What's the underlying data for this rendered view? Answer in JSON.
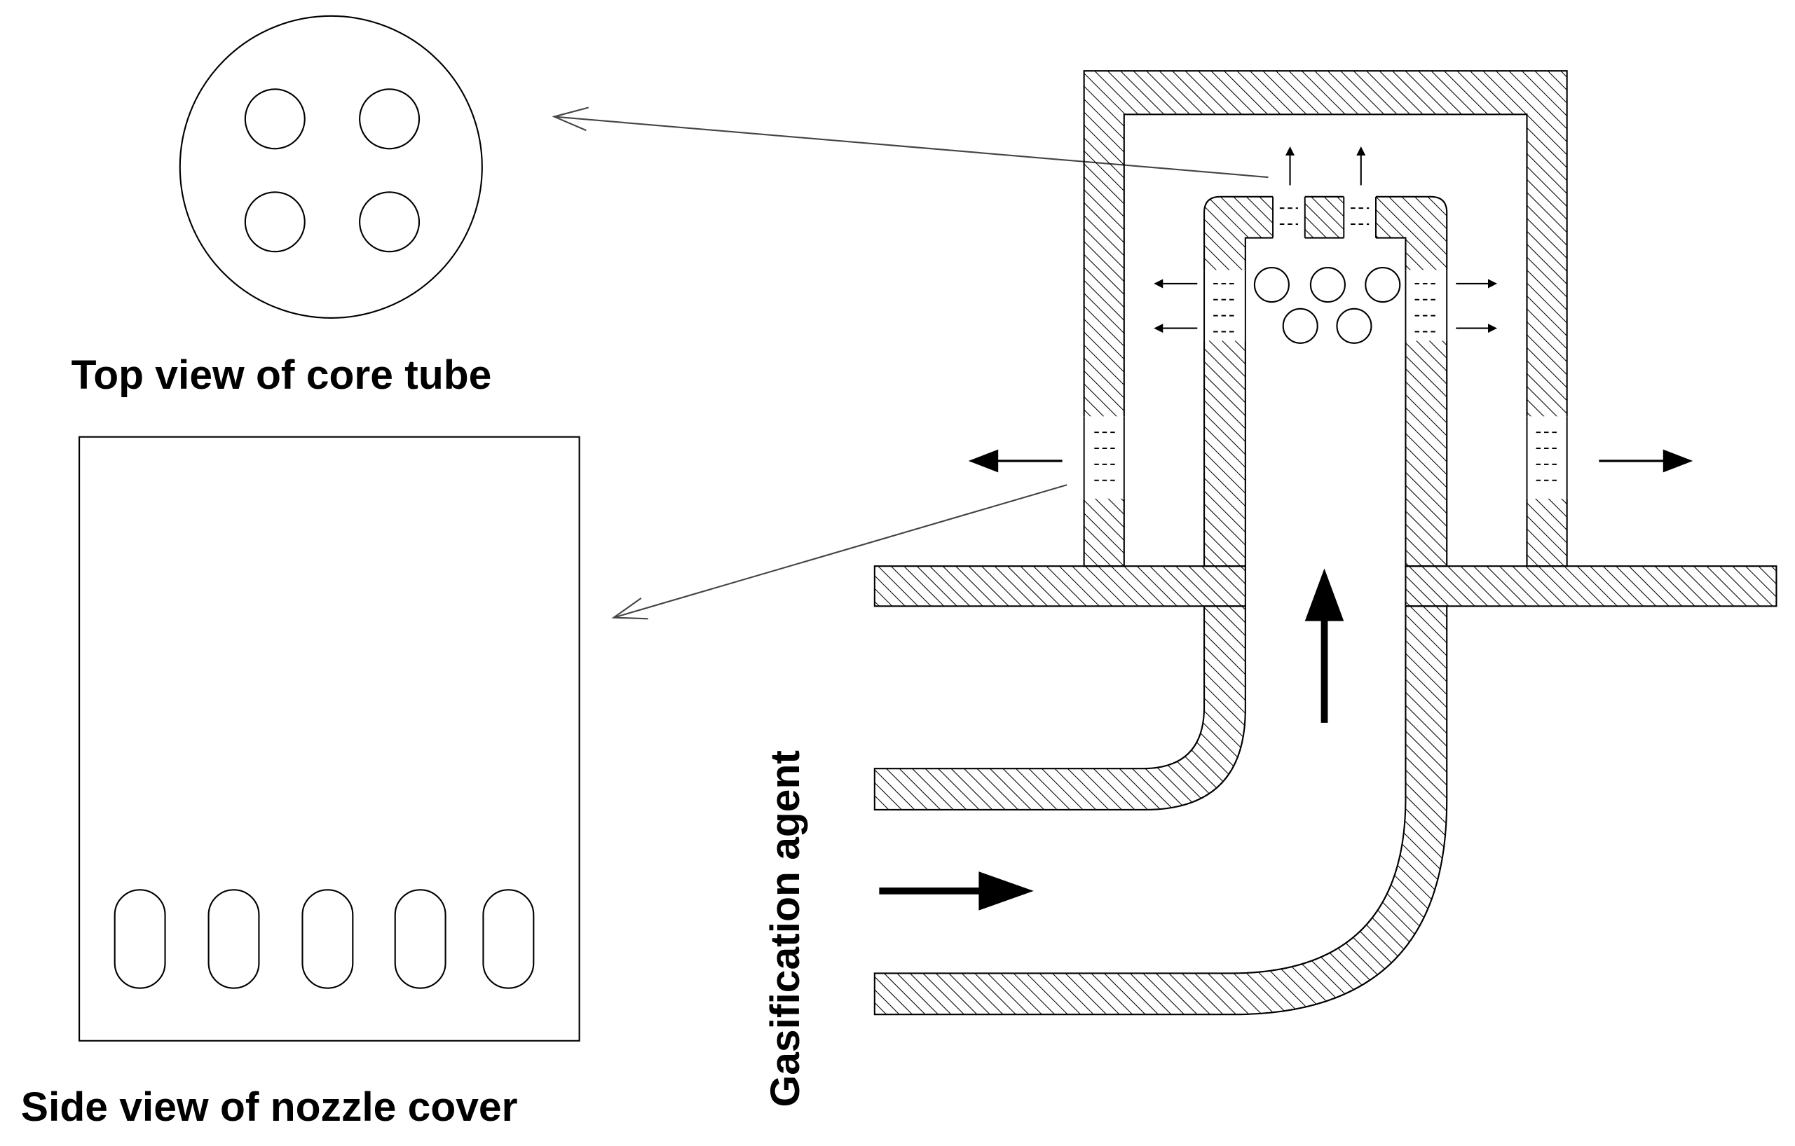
{
  "labels": {
    "top_view": "Top view of core tube",
    "side_view": "Side view of nozzle cover",
    "gasification_agent": "Gasification agent"
  },
  "colors": {
    "line": "#000000",
    "hatch": "#000000",
    "background": "#ffffff",
    "pointer": "#444444"
  },
  "counts": {
    "core_tube_holes": 4,
    "nozzle_cover_slots": 5,
    "core_tube_balls": 5
  }
}
